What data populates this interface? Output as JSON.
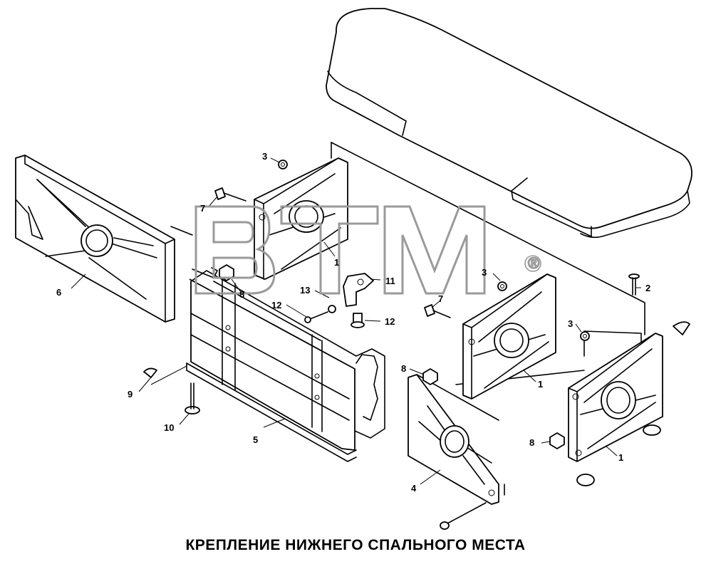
{
  "caption": "КРЕПЛЕНИЕ НИЖНЕГО СПАЛЬНОГО МЕСТА",
  "watermark": {
    "text": "ВТМ",
    "registered_mark": "®"
  },
  "callouts": {
    "c1a": "1",
    "c1b": "1",
    "c1c": "1",
    "c2": "2",
    "c3a": "3",
    "c3b": "3",
    "c3c": "3",
    "c4": "4",
    "c5": "5",
    "c6": "6",
    "c7a": "7",
    "c7b": "7",
    "c8a": "8",
    "c8b": "8",
    "c8c": "8",
    "c9": "9",
    "c10": "10",
    "c11": "11",
    "c12a": "12",
    "c12b": "12",
    "c13": "13"
  }
}
